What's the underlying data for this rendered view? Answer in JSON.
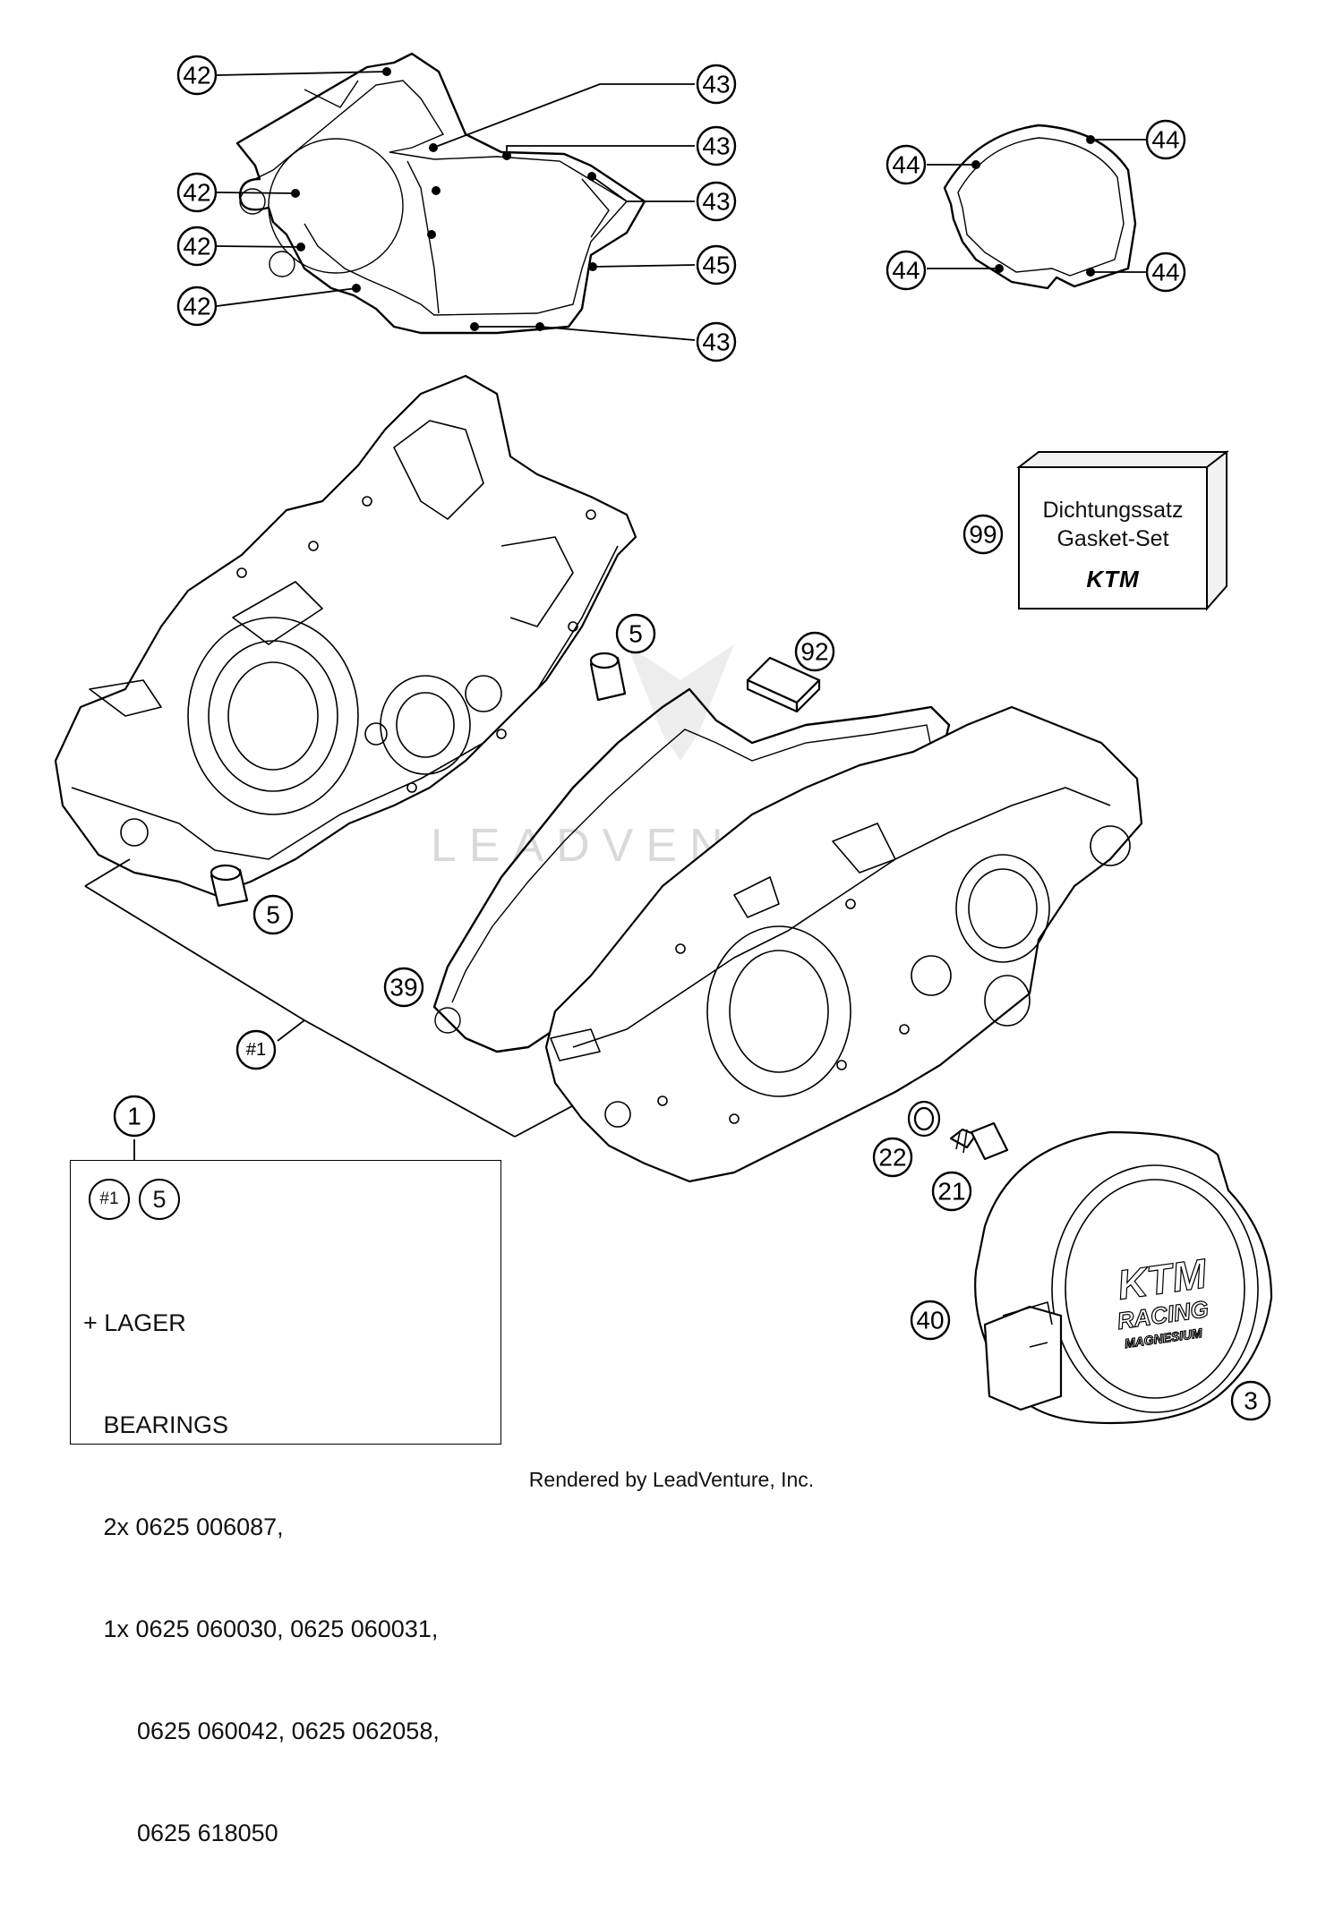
{
  "diagram": {
    "watermark": "LEADVENTURE",
    "callouts": [
      {
        "id": "c42a",
        "label": "42"
      },
      {
        "id": "c42b",
        "label": "42"
      },
      {
        "id": "c42c",
        "label": "42"
      },
      {
        "id": "c42d",
        "label": "42"
      },
      {
        "id": "c43a",
        "label": "43"
      },
      {
        "id": "c43b",
        "label": "43"
      },
      {
        "id": "c43c",
        "label": "43"
      },
      {
        "id": "c45",
        "label": "45"
      },
      {
        "id": "c43d",
        "label": "43"
      },
      {
        "id": "c44a",
        "label": "44"
      },
      {
        "id": "c44b",
        "label": "44"
      },
      {
        "id": "c44c",
        "label": "44"
      },
      {
        "id": "c44d",
        "label": "44"
      },
      {
        "id": "c99",
        "label": "99"
      },
      {
        "id": "c5a",
        "label": "5"
      },
      {
        "id": "c92",
        "label": "92"
      },
      {
        "id": "c5b",
        "label": "5"
      },
      {
        "id": "c39",
        "label": "39"
      },
      {
        "id": "c1h",
        "label": "#1"
      },
      {
        "id": "c1",
        "label": "1"
      },
      {
        "id": "c22",
        "label": "22"
      },
      {
        "id": "c21",
        "label": "21"
      },
      {
        "id": "c40",
        "label": "40"
      },
      {
        "id": "c3",
        "label": "3"
      }
    ],
    "gasket_kit": {
      "line1": "Dichtungssatz",
      "line2": "Gasket-Set",
      "logo": "KTM"
    },
    "ignition_cover": {
      "logo": "KTM",
      "line1": "RACING",
      "line2": "MAGNESIUM"
    }
  },
  "note": {
    "badge1": "#1",
    "badge2": "5",
    "lines": [
      "+ LAGER",
      "   BEARINGS",
      "   2x 0625 006087,",
      "   1x 0625 060030, 0625 060031,",
      "        0625 060042, 0625 062058,",
      "        0625 618050"
    ]
  },
  "footer": "Rendered by LeadVenture, Inc."
}
